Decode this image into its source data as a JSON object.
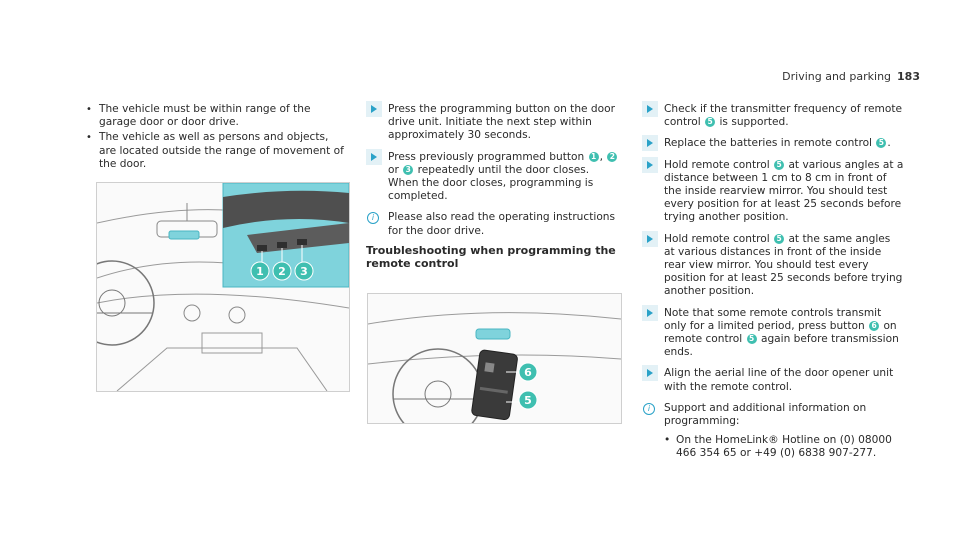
{
  "header": {
    "section": "Driving and parking",
    "page_number": "183"
  },
  "col1": {
    "bullets": [
      "The vehicle must be within range of the garage door or door drive.",
      "The vehicle as well as persons and objects, are located outside the range of movement of the door."
    ],
    "figure": {
      "callouts": [
        "1",
        "2",
        "3"
      ]
    }
  },
  "col2": {
    "step1": "Press the programming button on the door drive unit. Initiate the next step within approximately 30 seconds.",
    "step2_pre": "Press previously programmed button",
    "step2_b1": "1",
    "step2_sep1": ",",
    "step2_b2": "2",
    "step2_or": "or",
    "step2_b3": "3",
    "step2_post": "repeatedly until the door closes. When the door closes, programming is completed.",
    "info": "Please also read the operating instructions for the door drive.",
    "heading": "Troubleshooting when programming the remote control",
    "figure": {
      "callouts": [
        "6",
        "5"
      ]
    }
  },
  "col3": {
    "s1_pre": "Check if the transmitter frequency of remote control",
    "s1_badge": "5",
    "s1_post": "is supported.",
    "s2_pre": "Replace the batteries in remote control",
    "s2_badge": "5",
    "s2_post": ".",
    "s3_pre": "Hold remote control",
    "s3_badge": "5",
    "s3_post": "at various angles at a distance between 1 cm to 8 cm in front of the inside rearview mirror. You should test every position for at least 25 seconds before trying another position.",
    "s4_pre": "Hold remote control",
    "s4_badge": "5",
    "s4_post": "at the same angles at various distances in front of the inside rear view mirror. You should test every position for at least 25 seconds before trying another position.",
    "s5_pre": "Note that some remote controls transmit only for a limited period, press button",
    "s5_badge1": "6",
    "s5_mid": "on remote control",
    "s5_badge2": "5",
    "s5_post": "again before transmission ends.",
    "s6": "Align the aerial line of the door opener unit with the remote control.",
    "info": "Support and additional information on programming:",
    "sub": "On the HomeLink® Hotline on (0) 08000 466 354 65 or +49 (0) 6838 907-277."
  },
  "colors": {
    "accent": "#2aa2c8",
    "badge": "#3fbfb0"
  }
}
